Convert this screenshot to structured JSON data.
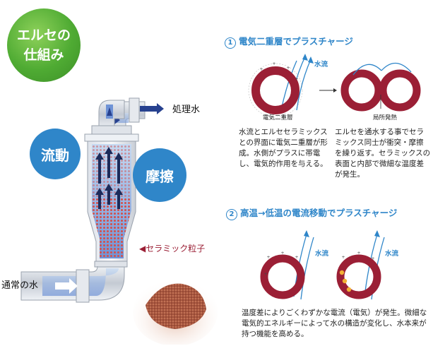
{
  "title": {
    "line1": "エルセの",
    "line2": "仕組み"
  },
  "labels": {
    "outlet": "処理水",
    "inlet": "通常の水",
    "flow_circle": "流動",
    "friction_circle": "摩擦",
    "particles": "◀セラミック粒子"
  },
  "section1": {
    "number": "1",
    "title": "電気二重層でプラスチャージ",
    "water_flow": "水流",
    "double_layer": "電気二重層",
    "local_heat": "局所発熱",
    "desc_left": "水流とエルセセラミックスとの界面に電気二重層が形成。水側がプラスに帯電し、電気的作用を与える。",
    "desc_right": "エルセを通水する事でセラミックス同士が衝突・摩擦を繰り返す。セラミックスの表面と内部で微細な温度差が発生。"
  },
  "section2": {
    "number": "2",
    "title": "高温→低温の電流移動でプラスチャージ",
    "water_flow_left": "水流",
    "water_flow_right": "水流",
    "desc": "温度差によりごくわずかな電流（電気）が発生。微細な電気的エネルギーによって水の構造が変化し、水本来が持つ機能を高める。"
  },
  "colors": {
    "green": "#4fab33",
    "blue": "#2f86c9",
    "ring": "#9b1f35",
    "navy": "#27418f"
  }
}
